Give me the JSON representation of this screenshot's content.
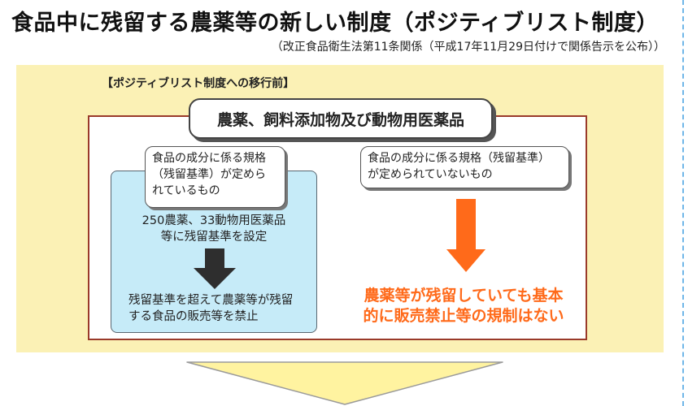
{
  "header": {
    "title": "食品中に残留する農薬等の新しい制度（ポジティブリスト制度）",
    "subtitle": "（改正食品衛生法第11条関係（平成17年11月29日付けで関係告示を公布））"
  },
  "before_section": {
    "label": "【ポジティブリスト制度への移行前】",
    "category": "農薬、飼料添加物及び動物用医薬品",
    "left": {
      "callout": "食品の成分に係る規格\n（残留基準）が定めら\nれているもの",
      "detail": "250農薬、33動物用医薬品\n等に残留基準を設定",
      "result": "残留基準を超えて農薬等が残留\nする食品の販売等を禁止"
    },
    "right": {
      "callout": "食品の成分に係る規格（残留基準）\nが定められていないもの",
      "result": "農薬等が残留していても基本\n的に販売禁止等の規制はない"
    }
  },
  "colors": {
    "panel_yellow": "#fbf1b5",
    "frame_red": "#9a3a2a",
    "box_blue": "#c6ebf8",
    "arrow_dark": "#2e2e2e",
    "arrow_orange": "#ff6a1a",
    "highlight_text": "#ff6a1a",
    "big_arrow_fill": "#fff3a0",
    "divider_dash": "#6fb6e8"
  },
  "icons": {
    "left_arrow": "down-arrow-dark",
    "right_arrow": "down-arrow-orange",
    "transition_arrow": "down-arrow-yellow"
  }
}
